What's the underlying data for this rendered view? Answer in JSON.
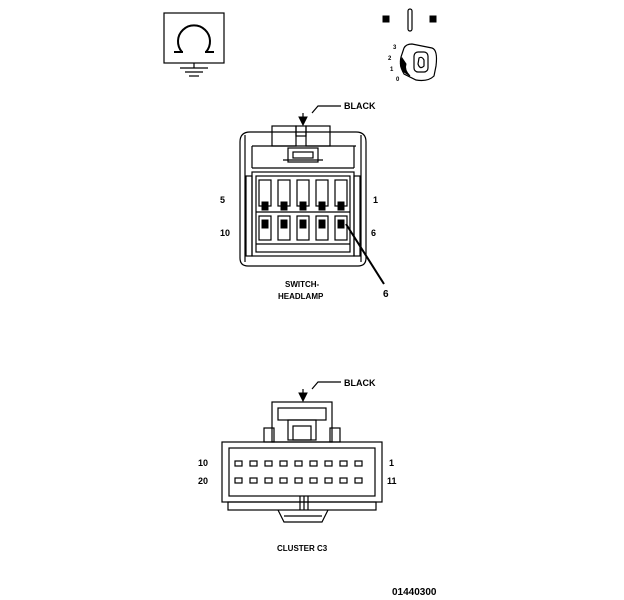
{
  "switch_connector": {
    "color_label": "BLACK",
    "pin_top_left": "5",
    "pin_bottom_left": "10",
    "pin_top_right": "1",
    "pin_bottom_right": "6",
    "name_line1": "SWITCH-",
    "name_line2": "HEADLAMP",
    "callout": "6"
  },
  "cluster_connector": {
    "color_label": "BLACK",
    "pin_top_left": "10",
    "pin_bottom_left": "20",
    "pin_top_right": "1",
    "pin_bottom_right": "11",
    "name": "CLUSTER C3"
  },
  "icons": {
    "ground_symbol": "omega-ground-icon",
    "switch_symbol": "rotary-headlamp-switch-icon"
  },
  "figure_number": "01440300"
}
